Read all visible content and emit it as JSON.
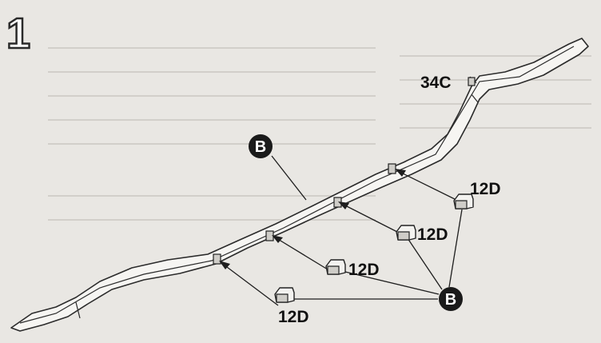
{
  "step": {
    "number": "1"
  },
  "badges": {
    "b_top": "B",
    "b_bottom": "B"
  },
  "labels": {
    "part_34c": "34C",
    "part_12d_1": "12D",
    "part_12d_2": "12D",
    "part_12d_3": "12D",
    "part_12d_4": "12D"
  }
}
